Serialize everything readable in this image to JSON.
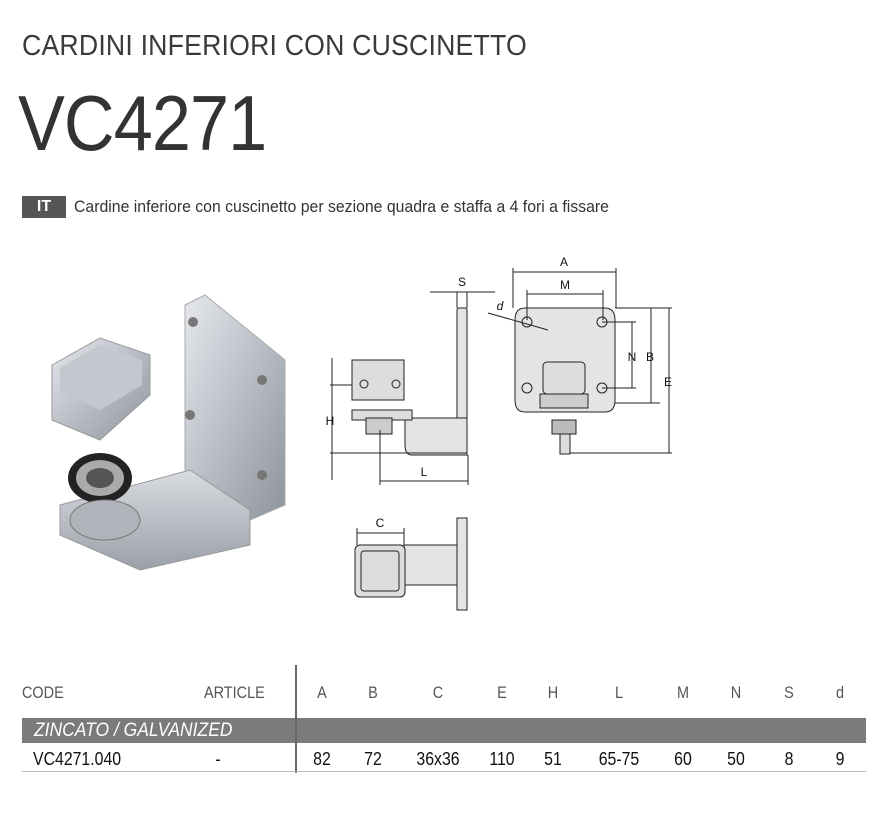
{
  "header": {
    "subtitle": "CARDINI INFERIORI CON CUSCINETTO",
    "code": "VC4271"
  },
  "description": {
    "language_badge": "IT",
    "text": "Cardine inferiore con cuscinetto per sezione quadra e staffa a 4 fori a fissare"
  },
  "drawing": {
    "labels": {
      "A": "A",
      "M": "M",
      "S": "S",
      "d": "d",
      "N": "N",
      "B": "B",
      "E": "E",
      "H": "H",
      "L": "L",
      "C": "C"
    }
  },
  "table": {
    "columns": [
      "CODE",
      "ARTICLE",
      "A",
      "B",
      "C",
      "E",
      "H",
      "L",
      "M",
      "N",
      "S",
      "d"
    ],
    "group": "ZINCATO / GALVANIZED",
    "rows": [
      [
        "VC4271.040",
        "-",
        "82",
        "72",
        "36x36",
        "110",
        "51",
        "65-75",
        "60",
        "50",
        "8",
        "9"
      ]
    ]
  },
  "colors": {
    "band": "#7b7b7b",
    "badge": "#555555"
  }
}
